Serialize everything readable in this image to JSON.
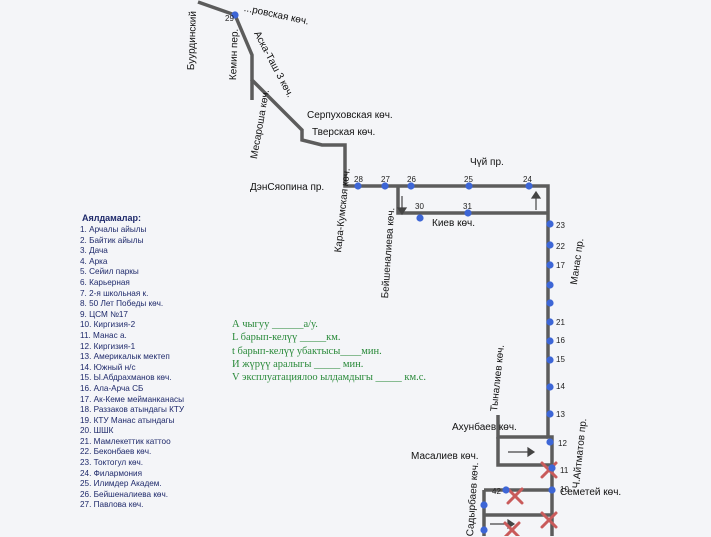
{
  "colors": {
    "route": "#5c5c5c",
    "stop": "#3d66d6",
    "cross": "#c95b5b",
    "legend": "#1f2a6b",
    "formula": "#2a8a3a"
  },
  "streets": {
    "buurdinsky": "Буурдинский",
    "zhukovskaya": "...ровская көч.",
    "kemin": "Кемин пер.",
    "aska_tash": "Аска-Таш 3 көч.",
    "mesarosha": "Месароша көч.",
    "serpukhovskaya": "Серпуховская көч.",
    "tverskaya": "Тверская көч.",
    "kara_kumskaya": "Кара-Кумская көч.",
    "densyaopina": "ДэнСяопина пр.",
    "chuy": "Чүй пр.",
    "beyshenalieva": "Бейшеналиева көч.",
    "kiev": "Киев көч.",
    "manas": "Манас пр.",
    "tynaliev": "Тыналиев көч.",
    "akhunbaev": "Ахунбаев көч.",
    "aitmatov": "Ч.Айтматов пр.",
    "masaliev": "Масалиев көч.",
    "semetey": "Семетей көч.",
    "sadyrbaev": "Садырбаев көч."
  },
  "stop_numbers": {
    "s29": "29",
    "s28": "28",
    "s27": "27",
    "s26": "26",
    "s25": "25",
    "s24": "24",
    "s30": "30",
    "s31": "31",
    "s23": "23",
    "s22": "22",
    "s17": "17",
    "s21": "21",
    "s16": "16",
    "s15": "15",
    "s14": "14",
    "s13": "13",
    "s12": "12",
    "s11": "11",
    "s10": "10",
    "s42": "42"
  },
  "legend": {
    "title": "Аялдамалар:",
    "items": [
      "1. Арчалы айылы",
      "2. Байтик айылы",
      "3. Дача",
      "4. Арка",
      "5. Сейил паркы",
      "6. Карьерная",
      "7. 2-я школьная к.",
      "8. 50 Лет Победы көч.",
      "9. ЦСМ №17",
      "10. Киргизия-2",
      "11. Манас а.",
      "12. Киргизия-1",
      "13. Америкалык мектеп",
      "14. Южный н/с",
      "15. Ы.Абдрахманов көч.",
      "16. Ала-Арча СБ",
      "17. Ак-Кеме мейманканасы",
      "18. Раззаков атындагы КТУ",
      "19. КТУ Манас атындагы",
      "20. ШШК",
      "21. Мамлекеттик каттоо",
      "22. Беконбаев көч.",
      "23. Токтогул көч.",
      "24. Филармония",
      "25. Илимдер Академ.",
      "26. Бейшеналиева көч.",
      "27. Павлова көч."
    ]
  },
  "formula": [
    "А чыгуу ______а/у.",
    "L барып-келүү _____км.",
    "t барып-келүү убактысы____мин.",
    "И жүрүү аралыгы _____ мин.",
    "V эксплуатациялоо ылдамдыгы _____ км.с."
  ]
}
